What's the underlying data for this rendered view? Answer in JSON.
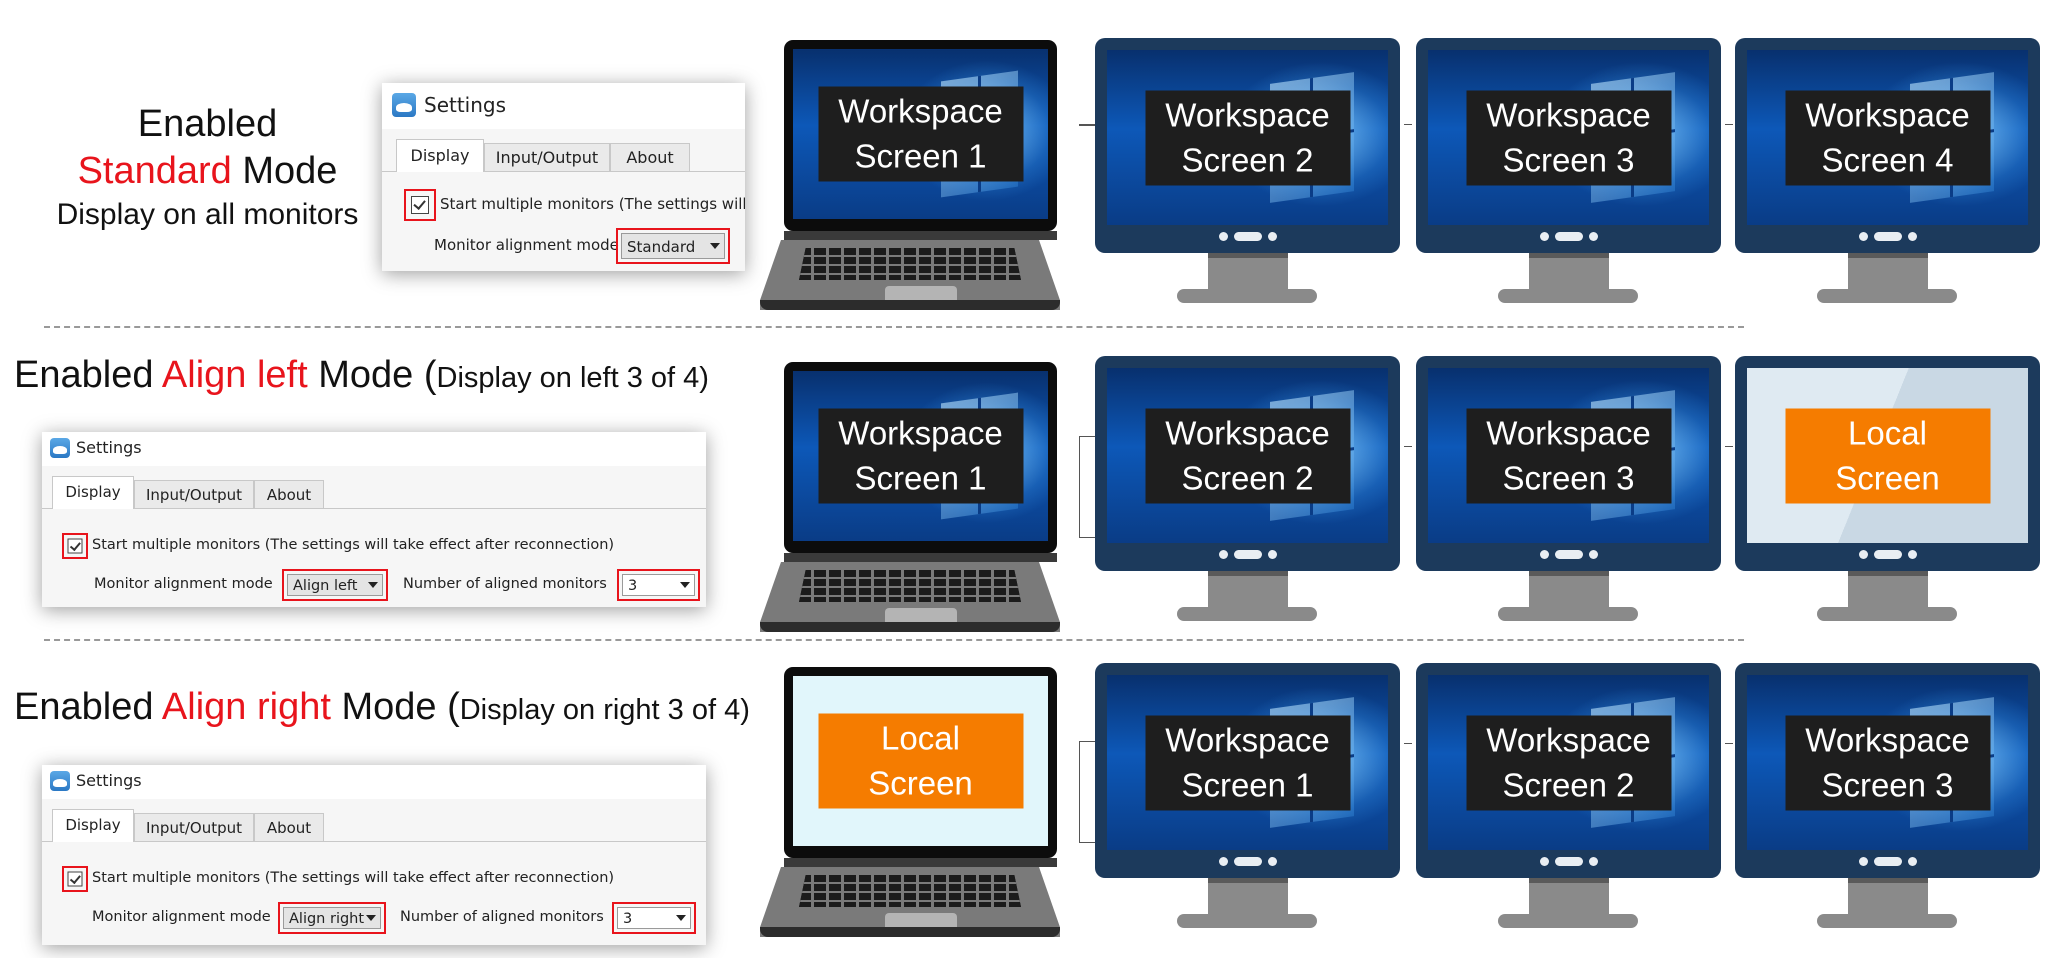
{
  "row1": {
    "caption": {
      "line1": "Enabled",
      "mode": "Standard",
      "mode_suffix": " Mode",
      "line3": "Display on all monitors"
    },
    "dialog": {
      "title": "Settings",
      "tabs": [
        "Display",
        "Input/Output",
        "About"
      ],
      "checkbox_label": "Start multiple monitors (The settings will ta",
      "align_label": "Monitor alignment mode",
      "align_value": "Standard"
    },
    "screens": [
      "Workspace\nScreen 1",
      "Workspace\nScreen 2",
      "Workspace\nScreen 3",
      "Workspace\nScreen 4"
    ]
  },
  "row2": {
    "caption": {
      "prefix": "Enabled ",
      "mode": "Align left",
      "suffix": " Mode (",
      "detail": "Display on left 3 of 4)"
    },
    "dialog": {
      "title": "Settings",
      "tabs": [
        "Display",
        "Input/Output",
        "About"
      ],
      "checkbox_label": "Start multiple monitors (The settings will take effect after reconnection)",
      "align_label": "Monitor alignment mode",
      "align_value": "Align left",
      "count_label": "Number of aligned monitors",
      "count_value": "3"
    },
    "screens": [
      "Workspace\nScreen 1",
      "Workspace\nScreen 2",
      "Workspace\nScreen 3",
      "Local\nScreen"
    ]
  },
  "row3": {
    "caption": {
      "prefix": "Enabled ",
      "mode": "Align right",
      "suffix": " Mode (",
      "detail": "Display on right 3 of 4)"
    },
    "dialog": {
      "title": "Settings",
      "tabs": [
        "Display",
        "Input/Output",
        "About"
      ],
      "checkbox_label": "Start multiple monitors (The settings will take effect after reconnection)",
      "align_label": "Monitor alignment mode",
      "align_value": "Align right",
      "count_label": "Number of aligned monitors",
      "count_value": "3"
    },
    "screens": [
      "Local\nScreen",
      "Workspace\nScreen 1",
      "Workspace\nScreen 2",
      "Workspace\nScreen 3"
    ]
  },
  "colors": {
    "highlight": "#e8141c",
    "label_dark": "#1e1e1e",
    "label_local": "#f57c00",
    "monitor_frame": "#1c3a5c"
  },
  "icons": [
    "app-cloud-icon",
    "checkbox-checked-icon",
    "dropdown-arrow-icon",
    "laptop-icon",
    "monitor-icon"
  ]
}
